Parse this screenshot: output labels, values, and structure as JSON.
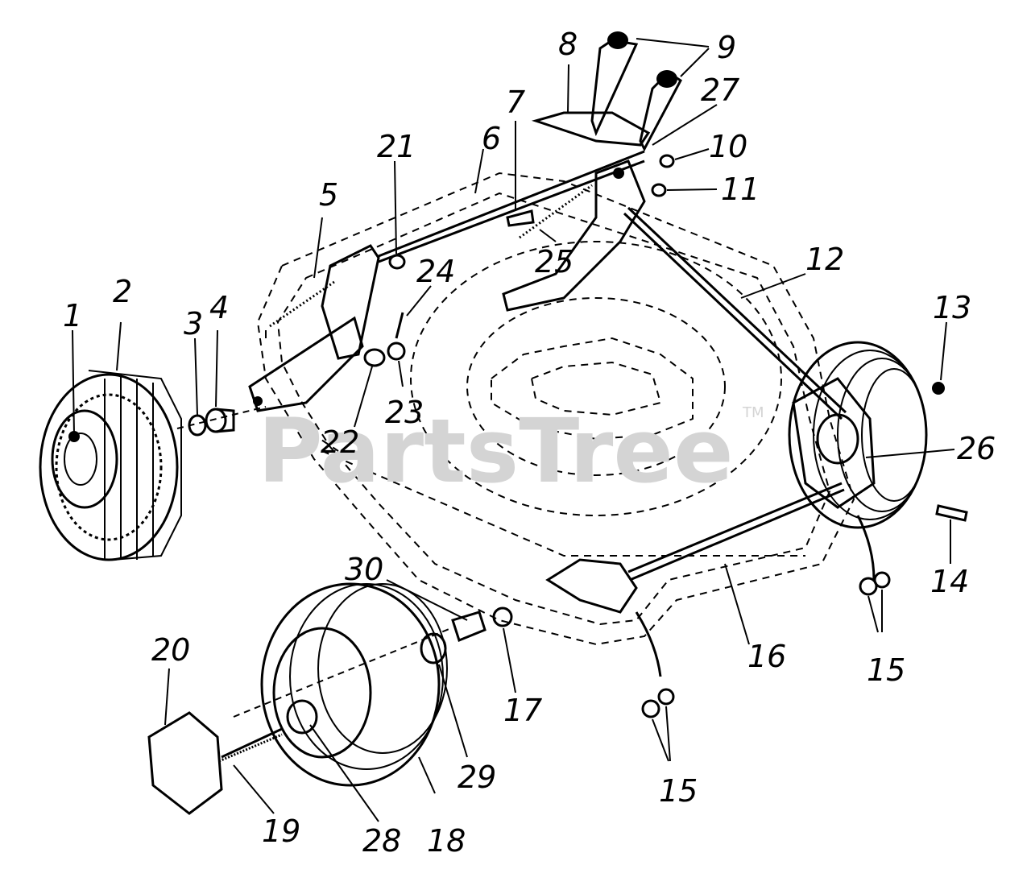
{
  "watermark": {
    "text": "PartsTree",
    "trademark": "TM"
  },
  "callouts": [
    "1",
    "2",
    "3",
    "4",
    "5",
    "6",
    "7",
    "8",
    "9",
    "10",
    "11",
    "12",
    "13",
    "14",
    "15",
    "15",
    "16",
    "17",
    "18",
    "19",
    "20",
    "21",
    "22",
    "23",
    "24",
    "25",
    "26",
    "27",
    "28",
    "29",
    "30"
  ]
}
